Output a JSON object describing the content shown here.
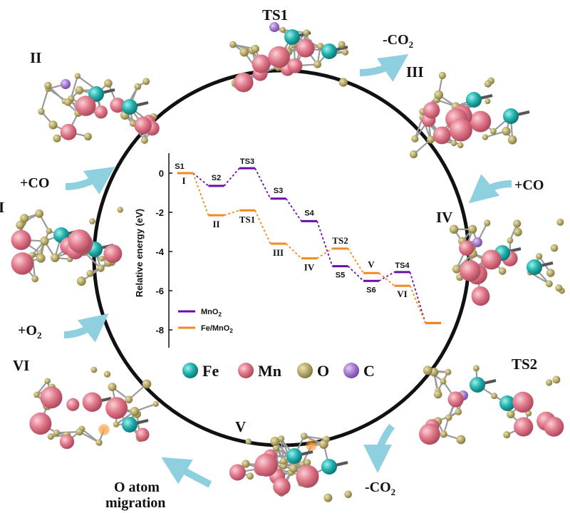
{
  "cycle": {
    "structures": [
      "TS1",
      "II",
      "III",
      "I",
      "IV",
      "VI",
      "TS2",
      "V"
    ],
    "steps": {
      "co_top_right": "-CO",
      "co_top_right_sub": "2",
      "add_co_left": "+CO",
      "add_co_right": "+CO",
      "add_o2": "+O",
      "add_o2_sub": "2",
      "co_bottom": "-CO",
      "co_bottom_sub": "2",
      "o_migration_1": "O atom",
      "o_migration_2": "migration"
    },
    "legend_atoms": [
      {
        "label": "Fe",
        "color": "#22b3b0"
      },
      {
        "label": "Mn",
        "color": "#e07889"
      },
      {
        "label": "O",
        "color": "#b9ad6e"
      },
      {
        "label": "C",
        "color": "#a97fd2"
      }
    ],
    "colors": {
      "ring": "#111111",
      "arrow": "#8fd0e0",
      "mno2": "#6a0dad",
      "femno2": "#f08a1c"
    }
  },
  "chart_data": {
    "type": "line",
    "ylabel": "Relative energy (eV)",
    "ylim": [
      -9,
      1
    ],
    "yticks": [
      "0",
      "-2",
      "-4",
      "-6",
      "-8"
    ],
    "series": [
      {
        "name": "MnO",
        "name_sub": "2",
        "color": "#6a0dad",
        "points": [
          {
            "label": "S1",
            "x": 1,
            "y": 0
          },
          {
            "label": "S2",
            "x": 2,
            "y": -0.65
          },
          {
            "label": "TS3",
            "x": 3,
            "y": 0.25
          },
          {
            "label": "S3",
            "x": 4,
            "y": -1.3
          },
          {
            "label": "S4",
            "x": 5,
            "y": -2.45
          },
          {
            "label": "S5",
            "x": 6,
            "y": -4.75
          },
          {
            "label": "S6",
            "x": 7,
            "y": -5.5
          },
          {
            "label": "TS4",
            "x": 8,
            "y": -5.05
          },
          {
            "label": "",
            "x": 9,
            "y": -7.65
          }
        ]
      },
      {
        "name": "Fe/MnO",
        "name_sub": "2",
        "color": "#f08a1c",
        "points": [
          {
            "label": "I",
            "x": 1,
            "y": 0
          },
          {
            "label": "II",
            "x": 2,
            "y": -2.15
          },
          {
            "label": "TS1",
            "x": 3,
            "y": -1.9
          },
          {
            "label": "III",
            "x": 4,
            "y": -3.6
          },
          {
            "label": "IV",
            "x": 5,
            "y": -4.35
          },
          {
            "label": "TS2",
            "x": 6,
            "y": -3.85
          },
          {
            "label": "V",
            "x": 7,
            "y": -5.1
          },
          {
            "label": "VI",
            "x": 8,
            "y": -5.75
          },
          {
            "label": "",
            "x": 9,
            "y": -7.65
          }
        ]
      }
    ]
  }
}
